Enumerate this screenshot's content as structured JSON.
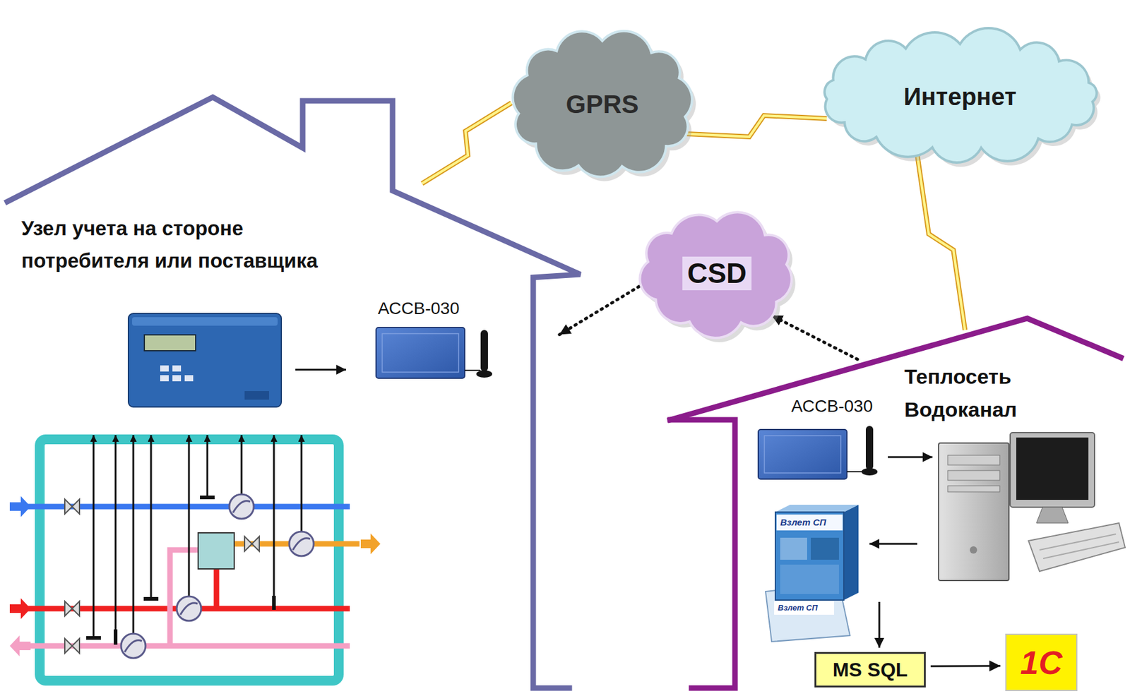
{
  "diagram": {
    "nodes": [
      {
        "text": [
          "GPRS"
        ]
      },
      {
        "text": [
          "Интернет"
        ]
      },
      {
        "text": [
          "Узел учета на стороне потребителя или поставщика"
        ]
      },
      {
        "text": [
          "АССВ-030"
        ],
        "in": 2
      },
      {
        "text": [
          "CSD"
        ]
      },
      {
        "text": [
          "Теплосеть Водоканал"
        ]
      },
      {
        "text": [
          "АССВ-030"
        ],
        "in": 5
      },
      {
        "text": [
          "MS SQL"
        ],
        "in": 5
      },
      {
        "text": [
          "1С"
        ],
        "in": 5
      }
    ],
    "edges": [
      {
        "from": 2,
        "to": 0,
        "arrow": "none"
      },
      {
        "from": 0,
        "to": 1,
        "arrow": "none"
      },
      {
        "from": 1,
        "to": 5,
        "arrow": "none"
      },
      {
        "from": 5,
        "to": 4,
        "arrow": "to"
      },
      {
        "from": 4,
        "to": 2,
        "arrow": "to"
      },
      {
        "from": 7,
        "to": 8,
        "arrow": "to"
      }
    ],
    "labels": [
      "Взлет СП",
      "Взлет СП"
    ]
  }
}
